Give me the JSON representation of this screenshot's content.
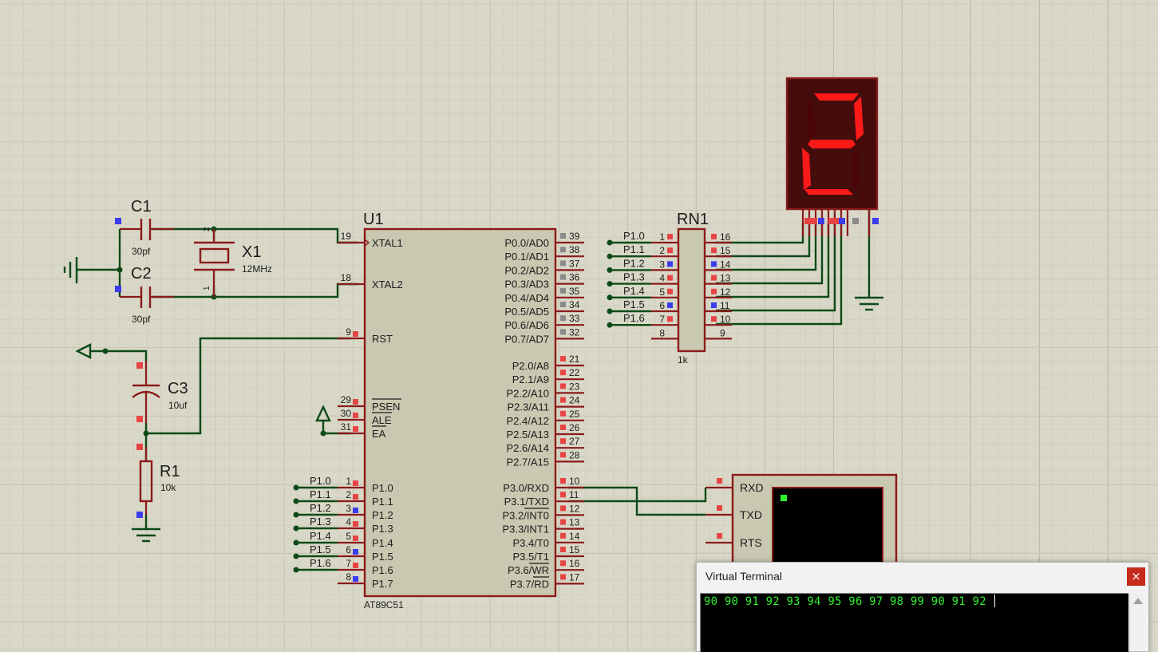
{
  "u1": {
    "ref": "U1",
    "part": "AT89C51",
    "left_pins": [
      {
        "num": "19",
        "name": "XTAL1"
      },
      {
        "num": "18",
        "name": "XTAL2"
      },
      {
        "num": "9",
        "name": "RST"
      },
      {
        "num": "29",
        "name": "PSEN"
      },
      {
        "num": "30",
        "name": "ALE"
      },
      {
        "num": "31",
        "name": "EA"
      },
      {
        "num": "1",
        "name": "P1.0"
      },
      {
        "num": "2",
        "name": "P1.1"
      },
      {
        "num": "3",
        "name": "P1.2"
      },
      {
        "num": "4",
        "name": "P1.3"
      },
      {
        "num": "5",
        "name": "P1.4"
      },
      {
        "num": "6",
        "name": "P1.5"
      },
      {
        "num": "7",
        "name": "P1.6"
      },
      {
        "num": "8",
        "name": "P1.7"
      }
    ],
    "right_pins": [
      {
        "num": "39",
        "name": "P0.0/AD0"
      },
      {
        "num": "38",
        "name": "P0.1/AD1"
      },
      {
        "num": "37",
        "name": "P0.2/AD2"
      },
      {
        "num": "36",
        "name": "P0.3/AD3"
      },
      {
        "num": "35",
        "name": "P0.4/AD4"
      },
      {
        "num": "34",
        "name": "P0.5/AD5"
      },
      {
        "num": "33",
        "name": "P0.6/AD6"
      },
      {
        "num": "32",
        "name": "P0.7/AD7"
      },
      {
        "num": "21",
        "name": "P2.0/A8"
      },
      {
        "num": "22",
        "name": "P2.1/A9"
      },
      {
        "num": "23",
        "name": "P2.2/A10"
      },
      {
        "num": "24",
        "name": "P2.3/A11"
      },
      {
        "num": "25",
        "name": "P2.4/A12"
      },
      {
        "num": "26",
        "name": "P2.5/A13"
      },
      {
        "num": "27",
        "name": "P2.6/A14"
      },
      {
        "num": "28",
        "name": "P2.7/A15"
      },
      {
        "num": "10",
        "name": "P3.0/RXD"
      },
      {
        "num": "11",
        "name": "P3.1/TXD"
      },
      {
        "num": "12",
        "name": "P3.2/INT0"
      },
      {
        "num": "13",
        "name": "P3.3/INT1"
      },
      {
        "num": "14",
        "name": "P3.4/T0"
      },
      {
        "num": "15",
        "name": "P3.5/T1"
      },
      {
        "num": "16",
        "name": "P3.6/WR"
      },
      {
        "num": "17",
        "name": "P3.7/RD"
      }
    ],
    "net_labels": [
      "P1.0",
      "P1.1",
      "P1.2",
      "P1.3",
      "P1.4",
      "P1.5",
      "P1.6"
    ]
  },
  "c1": {
    "ref": "C1",
    "value": "30pf"
  },
  "c2": {
    "ref": "C2",
    "value": "30pf"
  },
  "c3": {
    "ref": "C3",
    "value": "10uf"
  },
  "r1": {
    "ref": "R1",
    "value": "10k"
  },
  "x1": {
    "ref": "X1",
    "value": "12MHz",
    "pin2": "2",
    "pin1": "1"
  },
  "rn1": {
    "ref": "RN1",
    "value": "1k",
    "left_pins": [
      "1",
      "2",
      "3",
      "4",
      "5",
      "6",
      "7",
      "8"
    ],
    "right_pins": [
      "16",
      "15",
      "14",
      "13",
      "12",
      "11",
      "10",
      "9"
    ],
    "net_labels": [
      "P1.0",
      "P1.1",
      "P1.2",
      "P1.3",
      "P1.4",
      "P1.5",
      "P1.6"
    ]
  },
  "seven_segment": {
    "digit": "2",
    "lit_color": "#ff1a1a",
    "dim_color": "#4a0606"
  },
  "vterm_part": {
    "pins": [
      "RXD",
      "TXD",
      "RTS"
    ]
  },
  "virtual_terminal": {
    "title": "Virtual Terminal",
    "close_label": "×",
    "output": "90 90 91 92 93 94 95 96 97 98 99 90 91 92 "
  },
  "colors": {
    "wire": "#0d4a17",
    "component": "#8b1a1a",
    "terminal_text": "#2ef02e",
    "close": "#c42b1c"
  }
}
